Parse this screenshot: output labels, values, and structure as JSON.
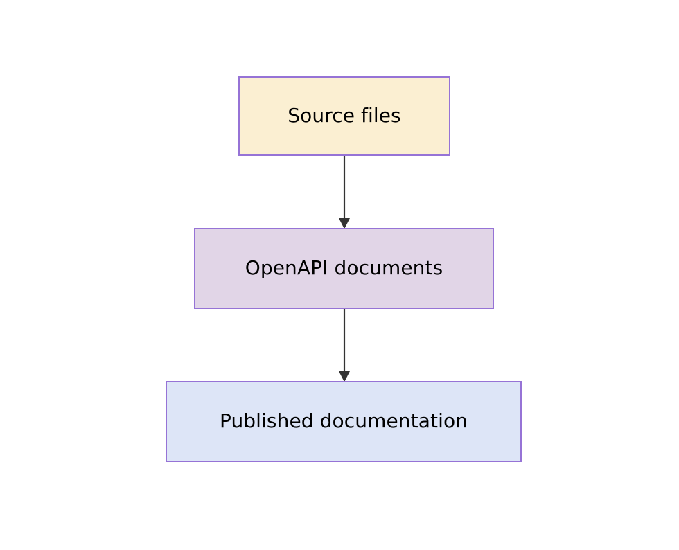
{
  "diagram": {
    "type": "flowchart",
    "direction": "top-to-bottom",
    "background_color": "#ffffff",
    "edge_color": "#333333",
    "border_color": "#9673d6",
    "text_color": "#333333",
    "nodes": [
      {
        "id": "source-files",
        "label": "Source files",
        "fill_color": "#fbefd2",
        "border_color": "#9673d6"
      },
      {
        "id": "openapi-documents",
        "label": "OpenAPI documents",
        "fill_color": "#e1d5e7",
        "border_color": "#9673d6"
      },
      {
        "id": "published-documentation",
        "label": "Published documentation",
        "fill_color": "#dde5f7",
        "border_color": "#9673d6"
      }
    ],
    "edges": [
      {
        "id": "edge-1",
        "from": "source-files",
        "to": "openapi-documents",
        "label": "",
        "arrowhead": "solid-triangle"
      },
      {
        "id": "edge-2",
        "from": "openapi-documents",
        "to": "published-documentation",
        "label": "",
        "arrowhead": "solid-triangle"
      }
    ]
  }
}
